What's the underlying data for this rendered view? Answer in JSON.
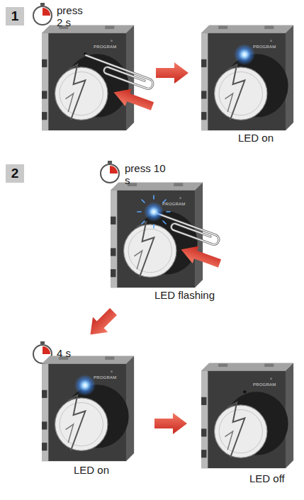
{
  "diagram": {
    "nodes": [
      {
        "text": [
          "1"
        ]
      },
      {
        "text": [
          "2"
        ]
      }
    ],
    "labels": [
      "press 2 s",
      "PROGRAM",
      "PROGRAM",
      "LED on",
      "press 10 s",
      "PROGRAM",
      "LED flashing",
      "4 s",
      "PROGRAM",
      "LED on",
      "PROGRAM",
      "LED off"
    ]
  }
}
